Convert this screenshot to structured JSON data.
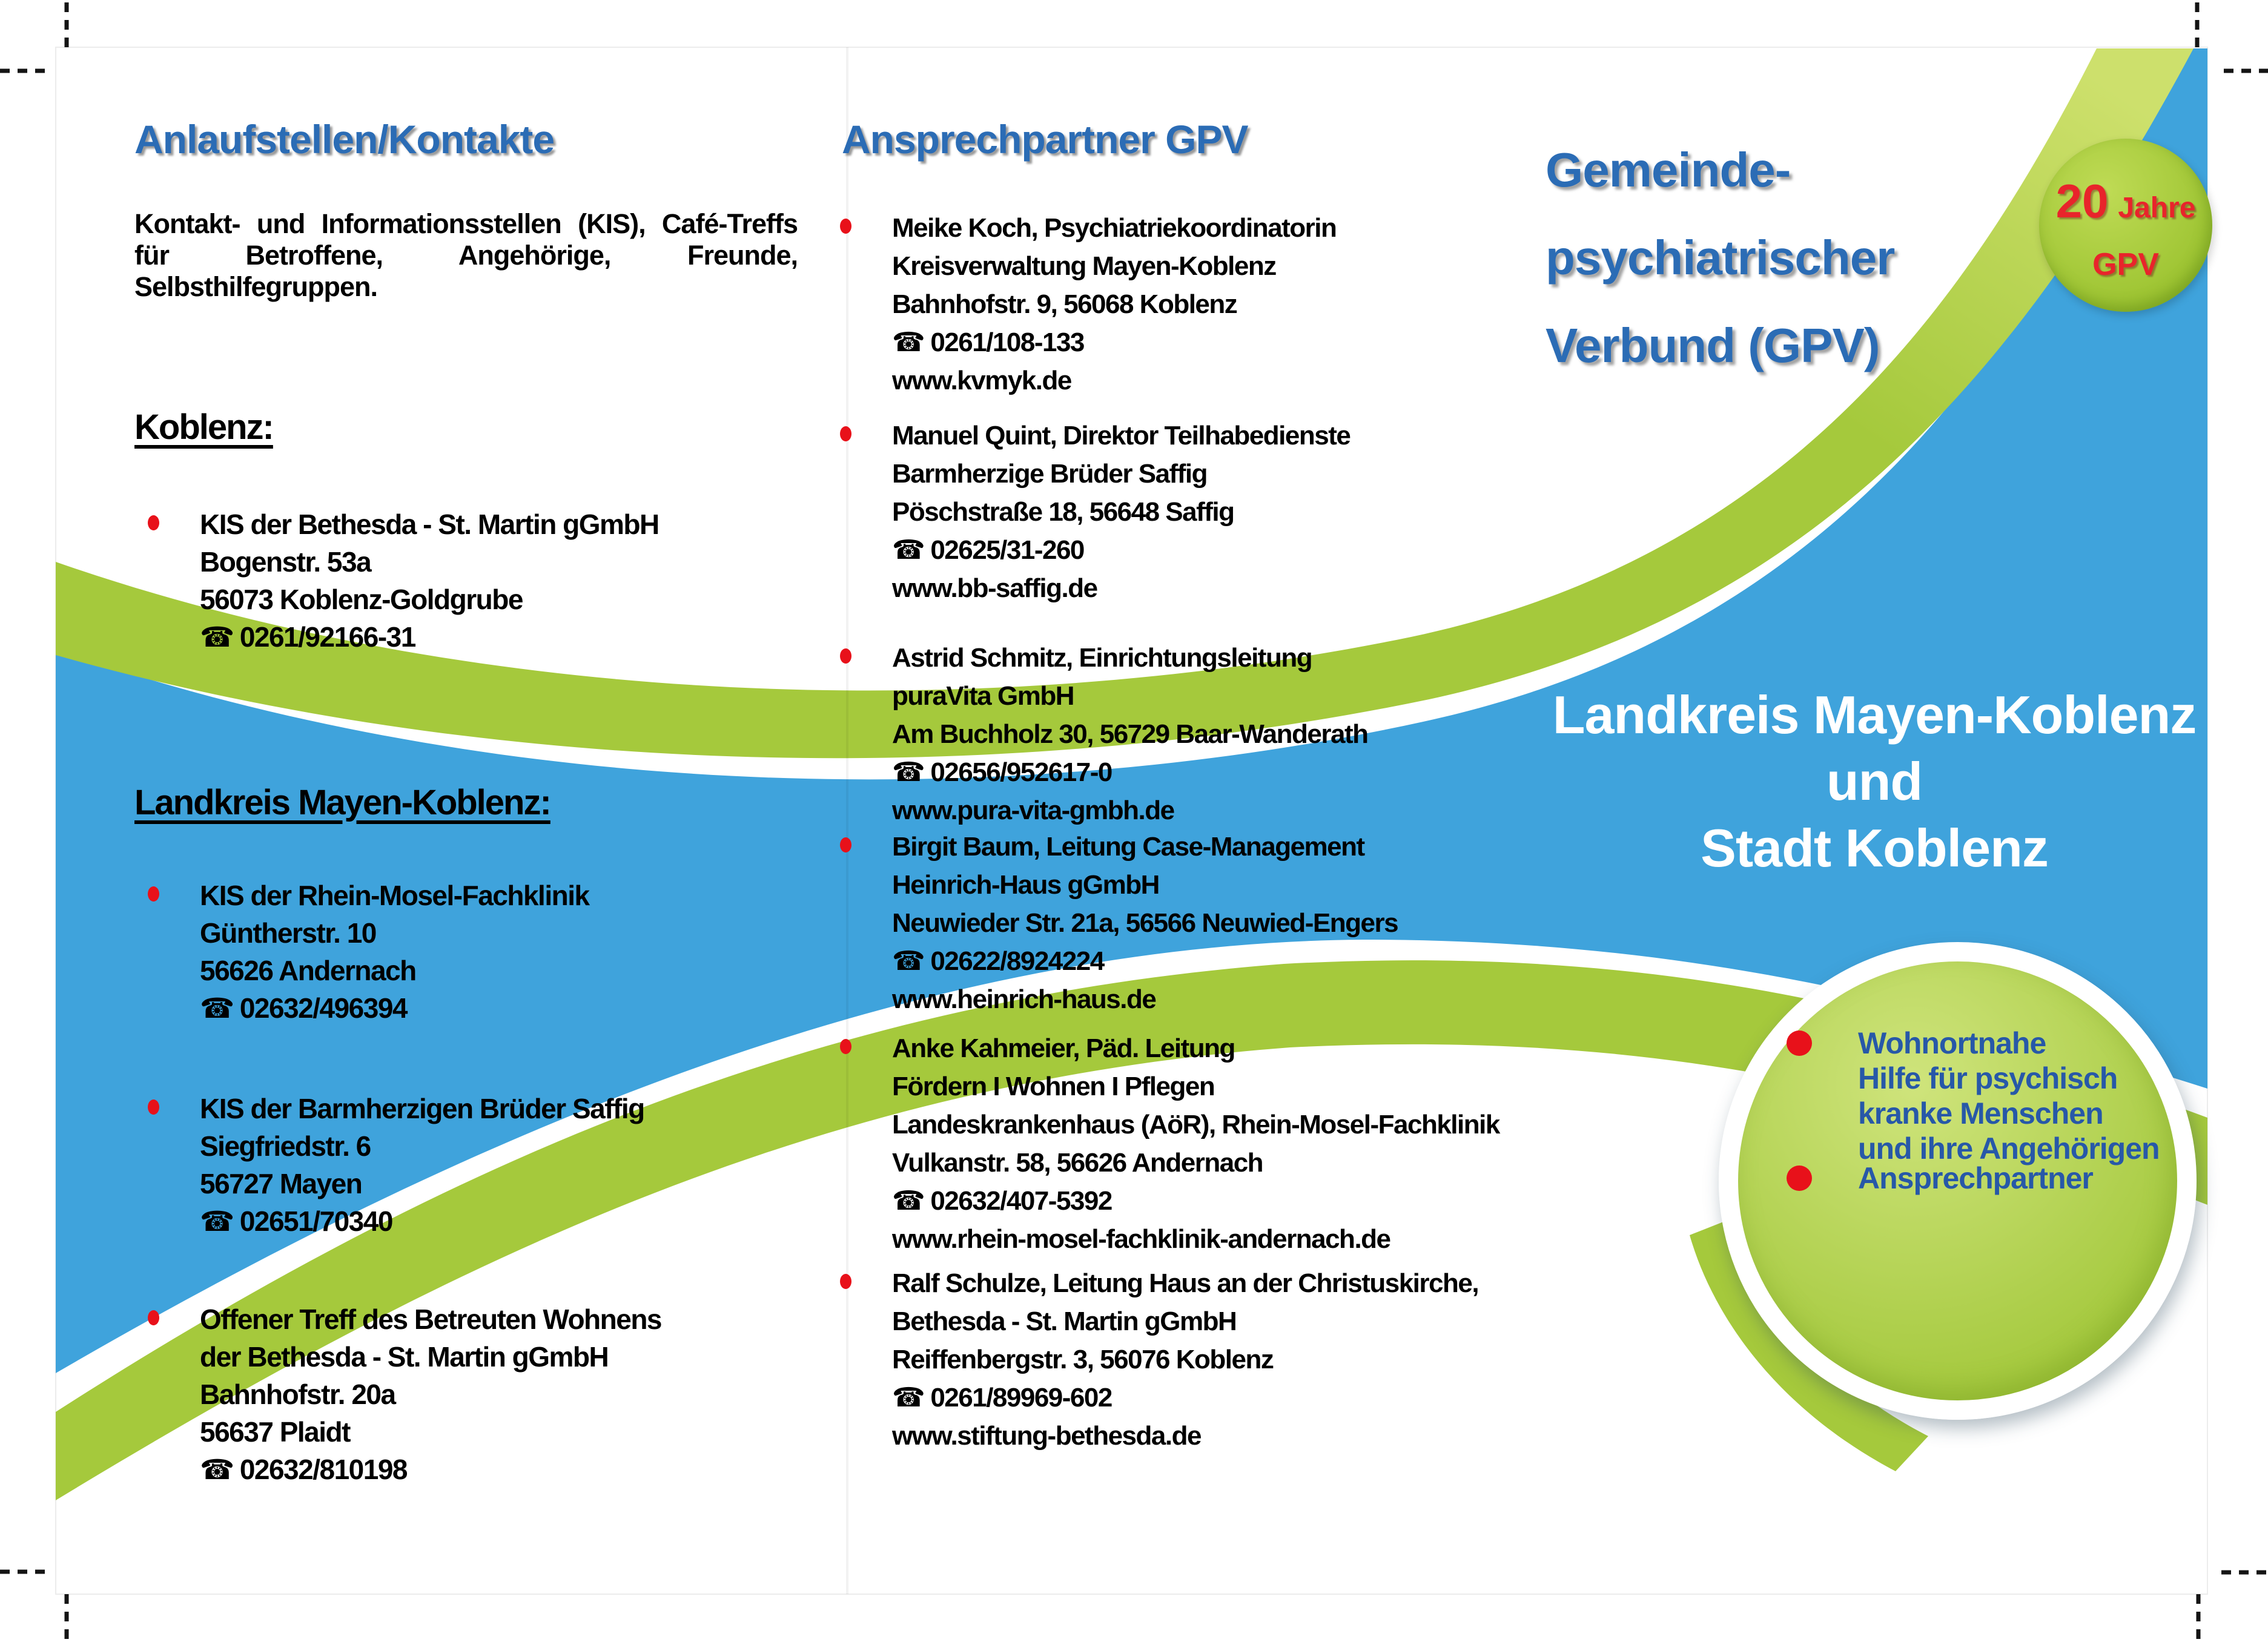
{
  "document_type": "tri-fold brochure page",
  "colors": {
    "blue": "#3FA3DC",
    "green": "#A5C93C",
    "green_pale": "#CDE06C",
    "heading_blue": "#2B6CB5",
    "red": "#E8242B",
    "bullet_red": "#E8111A",
    "circle_light": "#CFE47C",
    "circle_dark": "#A0C637",
    "badge_light": "#BFDB55",
    "badge_dark": "#9AC22F",
    "white": "#FFFFFF",
    "text_black": "#000000"
  },
  "left_panel": {
    "heading": "Anlaufstellen/Kontakte",
    "intro": "Kontakt- und Informationsstellen (KIS), Café-Treffs für Betroffene, Angehörige, Freunde, Selbsthilfegruppen.",
    "sections": [
      {
        "title": "Koblenz:",
        "entries": [
          {
            "lines": [
              "KIS der Bethesda - St. Martin gGmbH",
              "Bogenstr. 53a",
              "56073 Koblenz-Goldgrube",
              "☎ 0261/92166-31"
            ]
          }
        ]
      },
      {
        "title": "Landkreis Mayen-Koblenz:",
        "entries": [
          {
            "lines": [
              "KIS der Rhein-Mosel-Fachklinik",
              "Güntherstr. 10",
              "56626 Andernach",
              "☎ 02632/496394"
            ]
          },
          {
            "lines": [
              "KIS der Barmherzigen Brüder Saffig",
              "Siegfriedstr. 6",
              "56727 Mayen",
              "☎ 02651/70340"
            ]
          },
          {
            "lines": [
              "Offener Treff des Betreuten Wohnens",
              "der Bethesda - St. Martin gGmbH",
              "Bahnhofstr. 20a",
              "56637 Plaidt",
              "☎ 02632/810198"
            ]
          }
        ]
      }
    ]
  },
  "middle_panel": {
    "heading": "Ansprechpartner GPV",
    "entries": [
      {
        "lines": [
          "Meike Koch, Psychiatriekoordinatorin",
          "Kreisverwaltung Mayen-Koblenz",
          "Bahnhofstr. 9, 56068 Koblenz",
          "☎ 0261/108-133",
          "www.kvmyk.de"
        ]
      },
      {
        "lines": [
          "Manuel Quint, Direktor Teilhabedienste",
          "Barmherzige Brüder Saffig",
          "Pöschstraße 18, 56648 Saffig",
          "☎ 02625/31-260",
          "www.bb-saffig.de"
        ]
      },
      {
        "lines": [
          "Astrid Schmitz, Einrichtungsleitung",
          "puraVita GmbH",
          "Am Buchholz 30, 56729 Baar-Wanderath",
          "☎ 02656/952617-0",
          "www.pura-vita-gmbh.de"
        ]
      },
      {
        "lines": [
          "Birgit Baum, Leitung Case-Management",
          "Heinrich-Haus gGmbH",
          "Neuwieder Str. 21a, 56566 Neuwied-Engers",
          "☎ 02622/8924224",
          "www.heinrich-haus.de"
        ]
      },
      {
        "lines": [
          "Anke Kahmeier, Päd. Leitung",
          "Fördern I Wohnen I Pflegen",
          "Landeskrankenhaus (AöR), Rhein-Mosel-Fachklinik",
          "Vulkanstr. 58, 56626 Andernach",
          "☎ 02632/407-5392",
          "www.rhein-mosel-fachklinik-andernach.de"
        ]
      },
      {
        "lines": [
          "Ralf Schulze, Leitung Haus an der Christuskirche,",
          "Bethesda - St. Martin gGmbH",
          "Reiffenbergstr. 3, 56076 Koblenz",
          "☎ 0261/89969-602",
          "www.stiftung-bethesda.de"
        ]
      }
    ]
  },
  "right_panel": {
    "title_lines": [
      "Gemeinde-",
      "psychiatrischer",
      "Verbund (GPV)"
    ],
    "badge": {
      "number": "20",
      "word": "Jahre",
      "acronym": "GPV"
    },
    "region_lines": [
      "Landkreis Mayen-Koblenz",
      "und",
      "Stadt Koblenz"
    ],
    "circle_bullets": [
      {
        "lines": [
          "Wohnortnahe",
          "Hilfe für psychisch",
          "kranke Menschen",
          "und ihre Angehörigen"
        ]
      },
      {
        "lines": [
          "Ansprechpartner"
        ]
      }
    ]
  }
}
